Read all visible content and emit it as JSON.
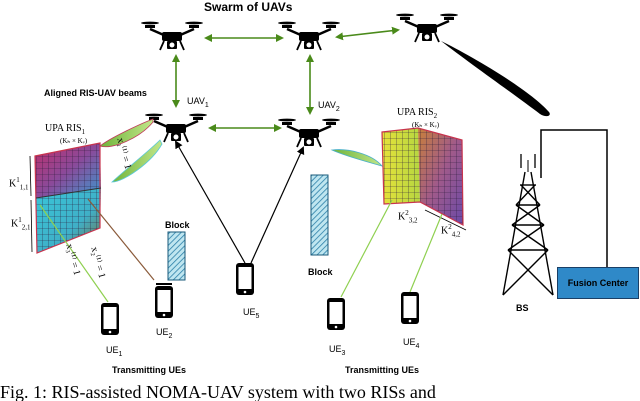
{
  "title": "Swarm of UAVs",
  "beams_label": "Aligned RIS-UAV beams",
  "uav1": {
    "name": "UAV",
    "sub": "1"
  },
  "uav2": {
    "name": "UAV",
    "sub": "2"
  },
  "ris1": {
    "name": "UPA RIS",
    "sub": "1",
    "dims": "(Kₕ × Kᵥ)"
  },
  "ris2": {
    "name": "UPA RIS",
    "sub": "2",
    "dims": "(Kₕ × Kᵥ)"
  },
  "k_labels": {
    "k11": {
      "base": "K",
      "sup": "1",
      "sub": "1,1"
    },
    "k21": {
      "base": "K",
      "sup": "1",
      "sub": "2,1"
    },
    "k32": {
      "base": "K",
      "sup": "2",
      "sub": "3,2"
    },
    "k42": {
      "base": "K",
      "sup": "2",
      "sub": "4,2"
    }
  },
  "x_labels": {
    "x11": "x₁⁽¹⁾ = 1",
    "x21": "x₂⁽¹⁾ = 1",
    "x31": "x₃⁽¹⁾ = 1"
  },
  "block_label": "Block",
  "ue": [
    {
      "name": "UE",
      "sub": "1"
    },
    {
      "name": "UE",
      "sub": "2"
    },
    {
      "name": "UE",
      "sub": "3"
    },
    {
      "name": "UE",
      "sub": "4"
    },
    {
      "name": "UE",
      "sub": "5"
    }
  ],
  "transmitting_label": "Transmitting UEs",
  "fusion_center": "Fusion Center",
  "bs_label": "BS",
  "caption": "Fig. 1: RIS-assisted NOMA-UAV system with two RISs and",
  "colors": {
    "arrow_green": "#4a8a1a",
    "beam_green": "#9ed24f",
    "fusion_blue": "#2f89c8",
    "ris_red": "#d23a5a",
    "ris_cyan": "#3fc6d6",
    "ris_yellow": "#d8e24a"
  }
}
